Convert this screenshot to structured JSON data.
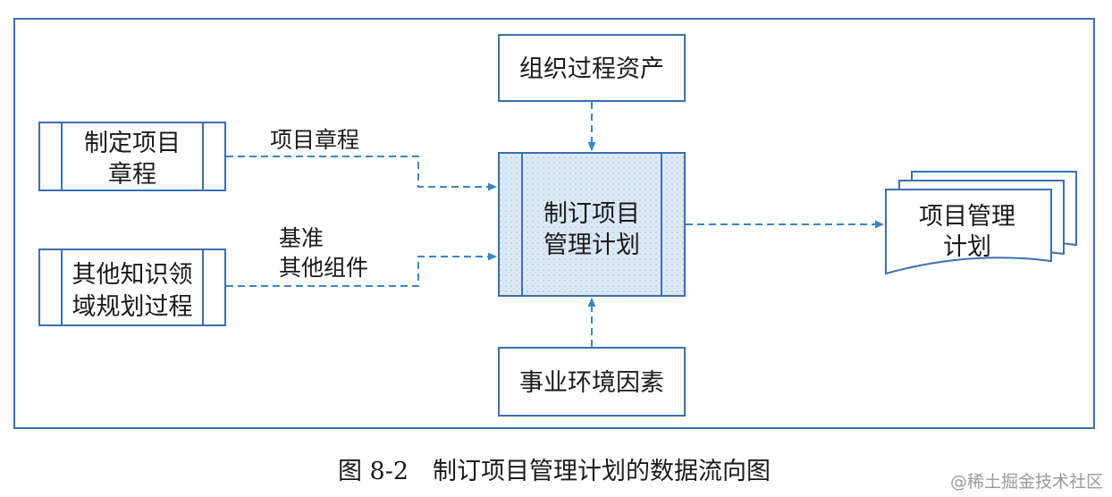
{
  "nodes": {
    "org_assets": "组织过程资产",
    "charter_proc_l1": "制定项目",
    "charter_proc_l2": "章程",
    "other_proc_l1": "其他知识领",
    "other_proc_l2": "域规划过程",
    "center_l1": "制订项目",
    "center_l2": "管理计划",
    "env_factors": "事业环境因素",
    "output_l1": "项目管理",
    "output_l2": "计划"
  },
  "edges": {
    "charter_label": "项目章程",
    "other_label_l1": "基准",
    "other_label_l2": "其他组件"
  },
  "caption": "图 8-2　制订项目管理计划的数据流向图",
  "watermark": "@稀土掘金技术社区",
  "colors": {
    "border": "#3b6fb0",
    "flow": "#3b86c6",
    "center_fill": "#dce9f6"
  }
}
